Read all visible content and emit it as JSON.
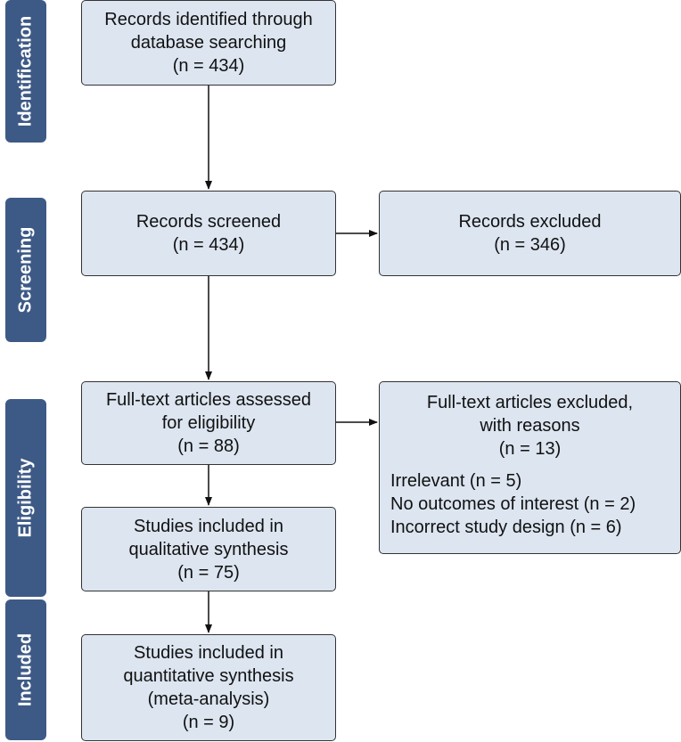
{
  "phases": {
    "identification": "Identification",
    "screening": "Screening",
    "eligibility": "Eligibility",
    "included": "Included"
  },
  "boxes": {
    "identified": {
      "lines": [
        "Records identified through",
        "database searching",
        "(n = 434)"
      ]
    },
    "screened": {
      "lines": [
        "Records screened",
        "(n = 434)"
      ]
    },
    "excluded": {
      "lines": [
        "Records excluded",
        "(n = 346)"
      ]
    },
    "fulltext": {
      "lines": [
        "Full-text articles assessed",
        "for eligibility",
        "(n = 88)"
      ]
    },
    "ft_excluded": {
      "heading": [
        "Full-text articles excluded,",
        "with reasons",
        "(n = 13)"
      ],
      "reasons": [
        "Irrelevant (n = 5)",
        "No outcomes of interest (n = 2)",
        "Incorrect study design (n = 6)"
      ]
    },
    "qualitative": {
      "lines": [
        "Studies included in",
        "qualitative synthesis",
        "(n = 75)"
      ]
    },
    "quantitative": {
      "lines": [
        "Studies included in",
        "quantitative synthesis",
        "(meta-analysis)",
        "(n = 9)"
      ]
    }
  },
  "colors": {
    "phase_fill": "#3d5a86",
    "box_fill": "#dce5f0",
    "border": "#333333"
  }
}
